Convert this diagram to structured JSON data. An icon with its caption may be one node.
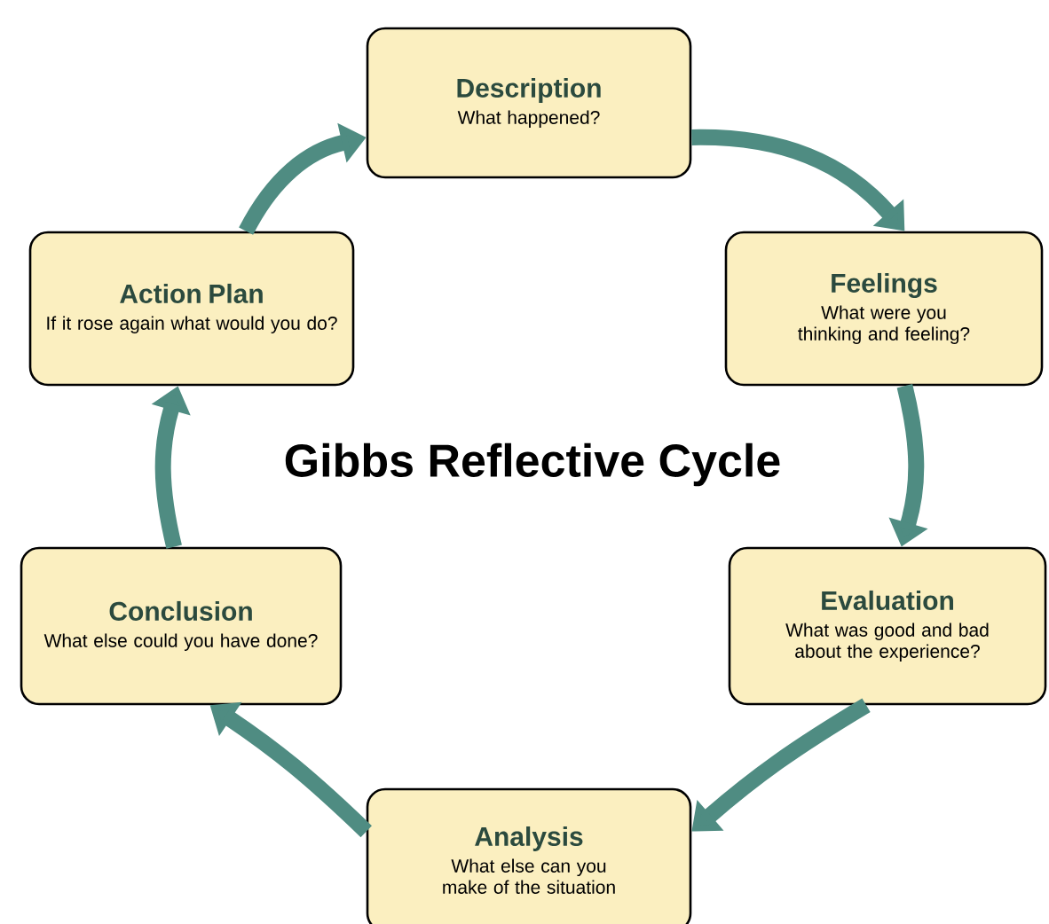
{
  "diagram": {
    "title": "Gibbs Reflective Cycle",
    "nodes": [
      {
        "text": [
          "Description",
          "What happened?"
        ]
      },
      {
        "text": [
          "Feelings",
          "What were you thinking and feeling?"
        ]
      },
      {
        "text": [
          "Evaluation",
          "What was good and bad about the experience?"
        ]
      },
      {
        "text": [
          "Analysis",
          "What else can you make of the situation"
        ]
      },
      {
        "text": [
          "Conclusion",
          "What else could you have done?"
        ]
      },
      {
        "text": [
          "Action Plan",
          "If it rose again what would you do?"
        ]
      }
    ],
    "edges": [
      {
        "from": 0,
        "to": 1,
        "arrow": "to"
      },
      {
        "from": 1,
        "to": 2,
        "arrow": "to"
      },
      {
        "from": 2,
        "to": 3,
        "arrow": "to"
      },
      {
        "from": 3,
        "to": 4,
        "arrow": "to"
      },
      {
        "from": 4,
        "to": 5,
        "arrow": "to"
      },
      {
        "from": 5,
        "to": 0,
        "arrow": "to"
      }
    ]
  }
}
